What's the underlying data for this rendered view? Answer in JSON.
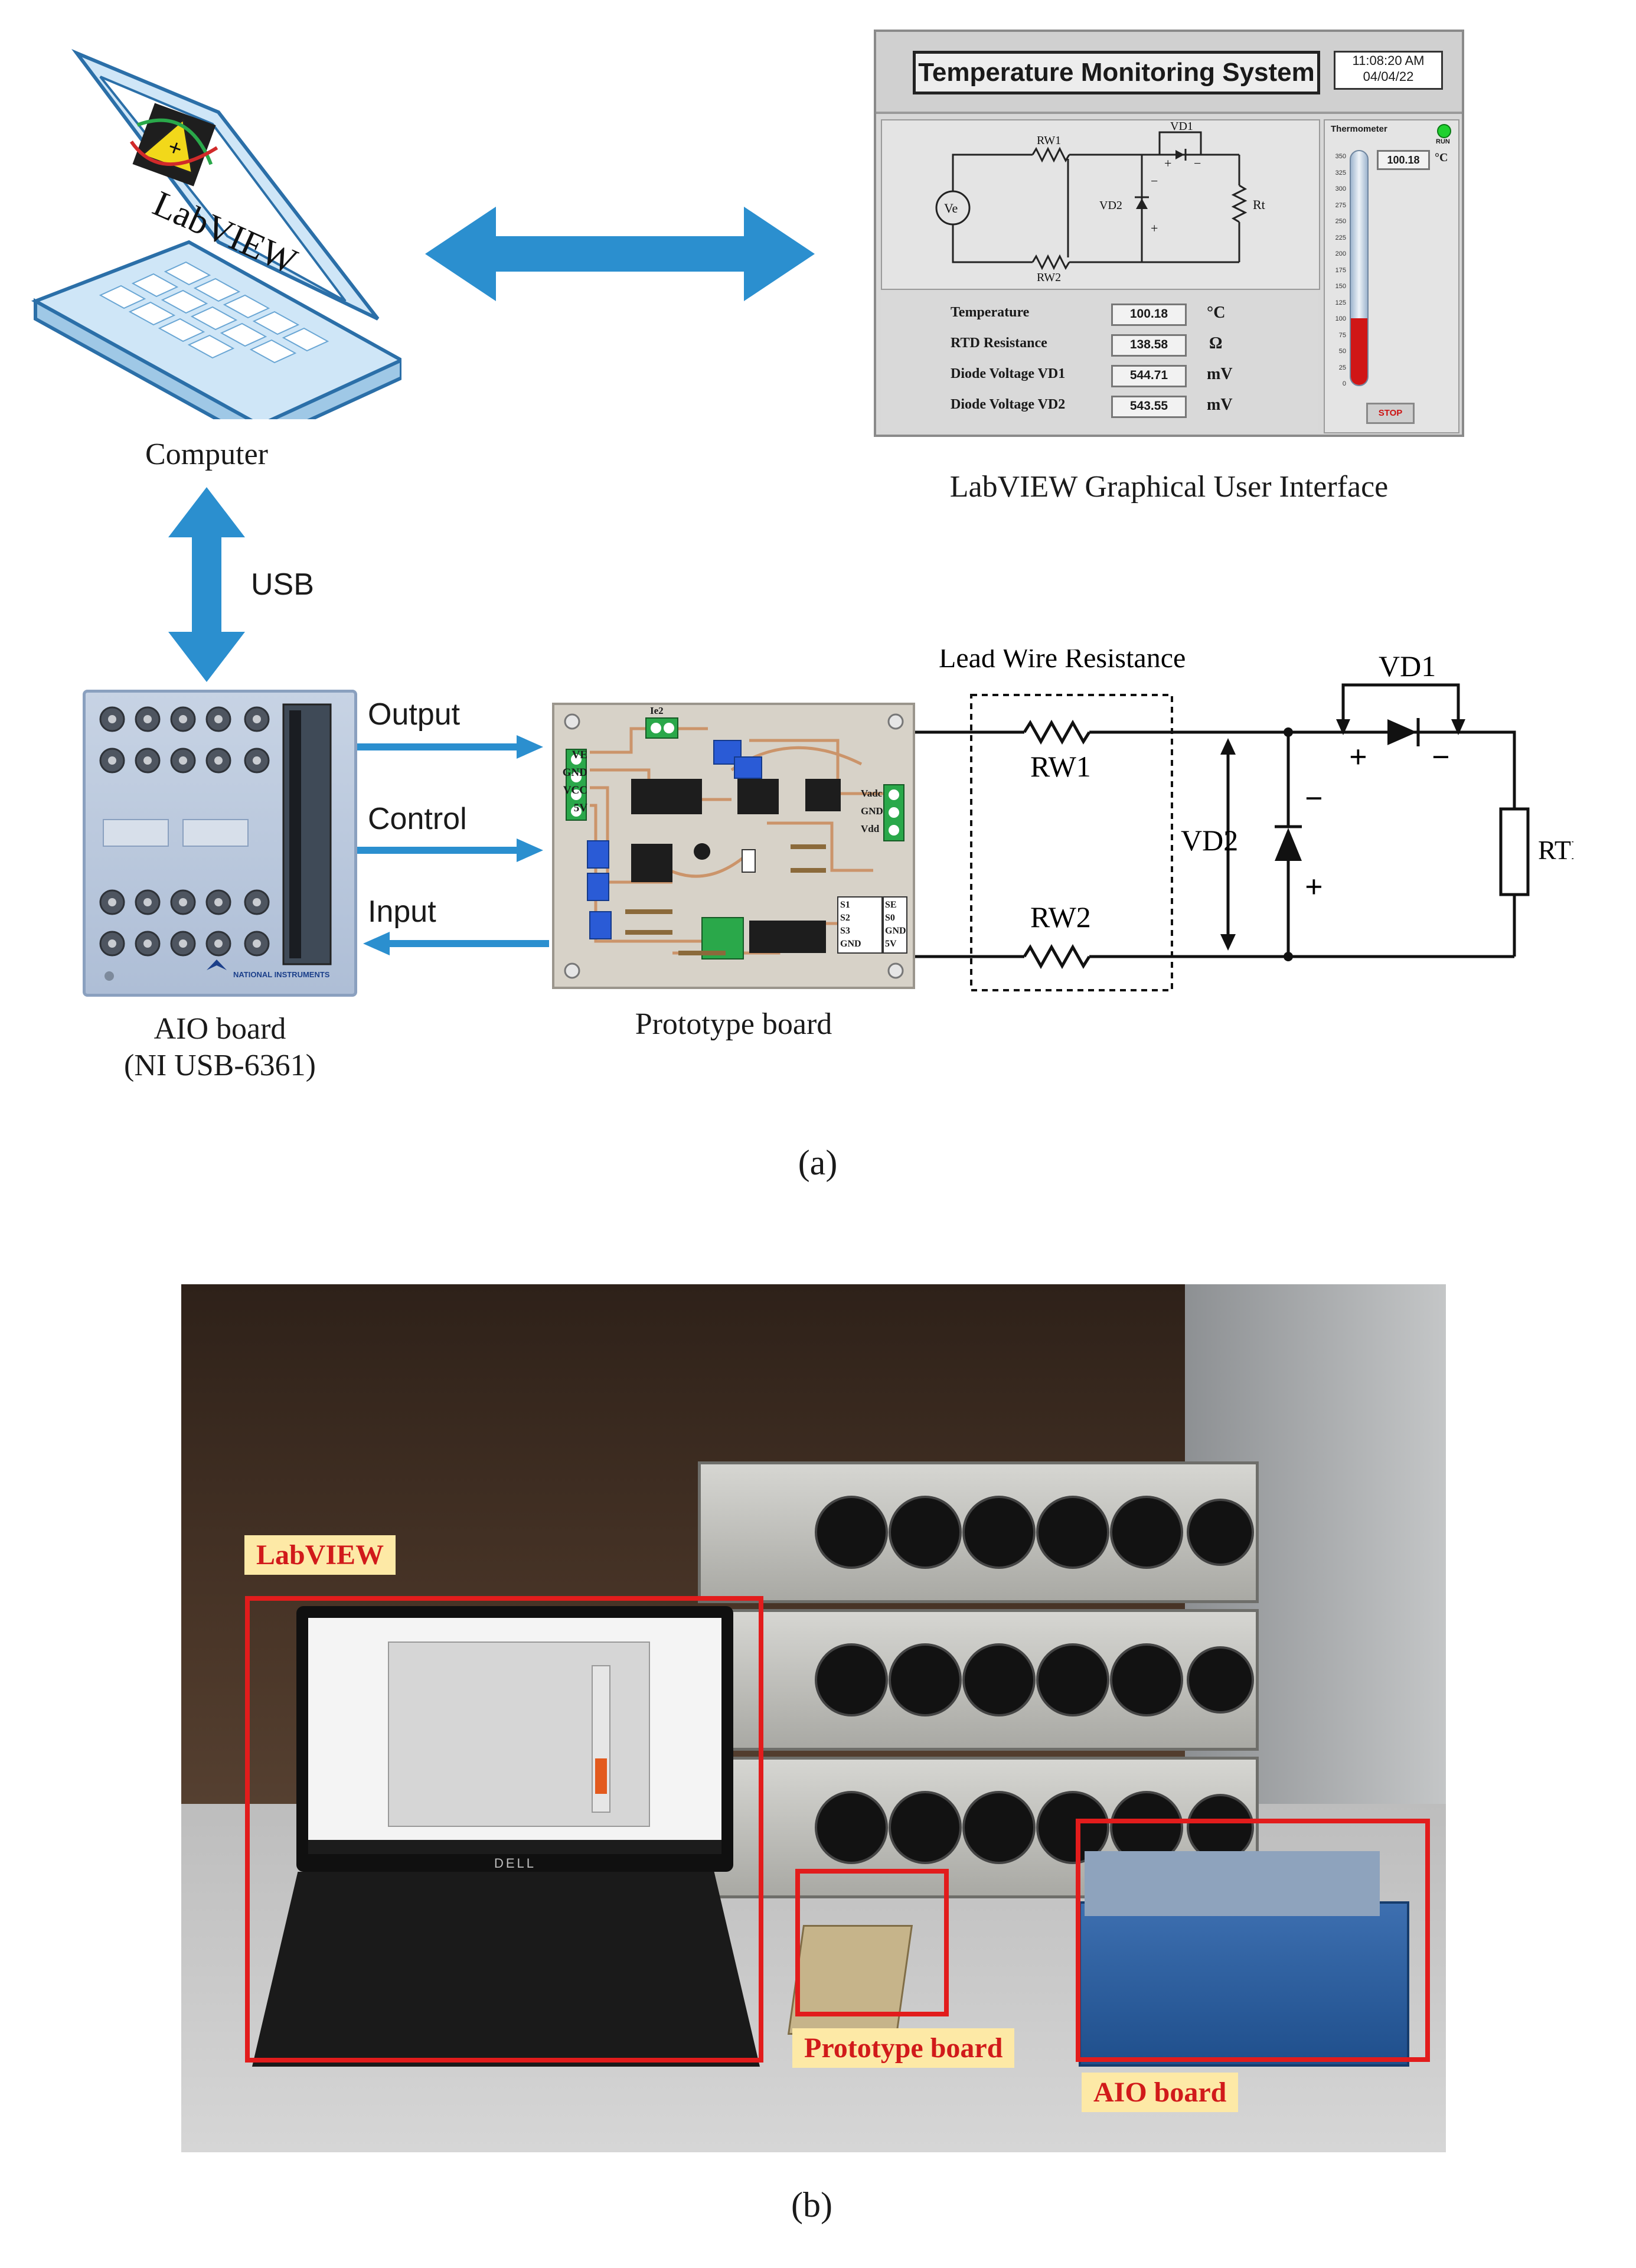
{
  "panel_a": {
    "label": "(a)",
    "computer_caption": "Computer",
    "laptop_screen_text": "LabVIEW",
    "gui_caption": "LabVIEW Graphical User Interface",
    "usb_label": "USB",
    "aio_caption_line1": "AIO board",
    "aio_caption_line2": "(NI USB-6361)",
    "aio_brand": "NATIONAL INSTRUMENTS",
    "prototype_caption": "Prototype board",
    "signals": {
      "output": "Output",
      "control": "Control",
      "input": "Input"
    },
    "proto_pins_left": [
      "VE",
      "GND",
      "VCC",
      "5V"
    ],
    "proto_pins_right": [
      "Vadc",
      "GND",
      "Vdd"
    ],
    "proto_pins_bottom": [
      "S1",
      "S2",
      "S3",
      "GND"
    ],
    "proto_pins_bottom_right": [
      "SE",
      "S0",
      "GND",
      "5V"
    ],
    "proto_top_label": "Ie2",
    "circuit": {
      "lead_wire_label": "Lead Wire Resistance",
      "rw1": "RW1",
      "rw2": "RW2",
      "vd1": "VD1",
      "vd2": "VD2",
      "rtd": "RTD",
      "plus": "+",
      "minus": "−"
    }
  },
  "gui": {
    "title": "Temperature Monitoring System",
    "time": "11:08:20 AM",
    "date": "04/04/22",
    "schematic": {
      "ve": "Ve",
      "rw1": "RW1",
      "rw2": "RW2",
      "vd1": "VD1",
      "vd2": "VD2",
      "rt": "Rt"
    },
    "measurements": [
      {
        "label": "Temperature",
        "value": "100.18",
        "unit": "°C"
      },
      {
        "label": "RTD Resistance",
        "value": "138.58",
        "unit": "Ω"
      },
      {
        "label": "Diode Voltage VD1",
        "value": "544.71",
        "unit": "mV"
      },
      {
        "label": "Diode Voltage VD2",
        "value": "543.55",
        "unit": "mV"
      }
    ],
    "thermometer": {
      "title": "Thermometer",
      "run_label": "RUN",
      "reading": "100.18",
      "unit": "°C",
      "fill_fraction": 0.286,
      "scale": [
        "350",
        "325",
        "300",
        "275",
        "250",
        "225",
        "200",
        "175",
        "150",
        "125",
        "100",
        "75",
        "50",
        "25",
        "0"
      ]
    },
    "stop_label": "STOP"
  },
  "panel_b": {
    "label": "(b)",
    "labview_tag": "LabVIEW",
    "prototype_tag": "Prototype board",
    "aio_tag": "AIO board",
    "laptop_brand": "DELL"
  },
  "colors": {
    "arrow": "#2b8fcf",
    "highlight": "#e21c1c",
    "tag_bg": "#fde9a6",
    "thermo_fill": "#d01616"
  }
}
